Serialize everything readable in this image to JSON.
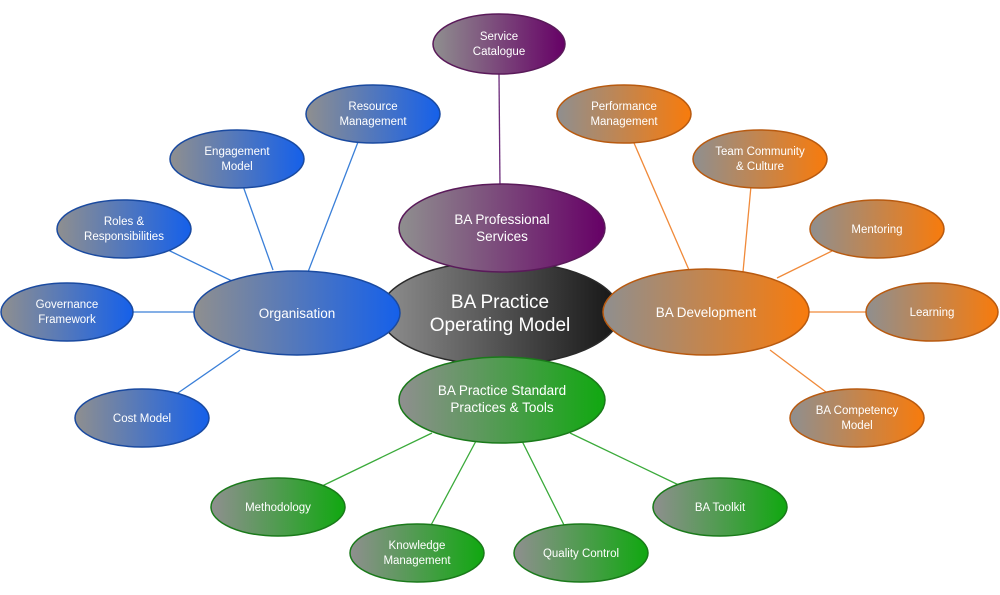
{
  "colors": {
    "organisation_blue": "#1a64e6",
    "development_orange": "#f57a10",
    "practice_green": "#1ea51e",
    "professional_purple": "#6b0a6b",
    "core_dark": "#1e1e1e",
    "grey_start": "#8a8a8a",
    "blue_line": "#3a7fd8",
    "orange_line": "#f08a3a",
    "green_line": "#3aaa3a",
    "purple_line": "#6b2a7a"
  },
  "center": {
    "line1": "BA Practice",
    "line2": "Operating Model"
  },
  "hubs": {
    "professional": {
      "line1": "BA Professional",
      "line2": "Services"
    },
    "organisation": {
      "line1": "Organisation",
      "line2": ""
    },
    "development": {
      "line1": "BA Development",
      "line2": ""
    },
    "practice": {
      "line1": "BA Practice Standard",
      "line2": "Practices & Tools"
    }
  },
  "leaves": {
    "service_catalogue": {
      "line1": "Service",
      "line2": "Catalogue"
    },
    "resource_management": {
      "line1": "Resource",
      "line2": "Management"
    },
    "engagement_model": {
      "line1": "Engagement",
      "line2": "Model"
    },
    "roles": {
      "line1": "Roles &",
      "line2": "Responsibilities"
    },
    "governance": {
      "line1": "Governance",
      "line2": "Framework"
    },
    "cost_model": {
      "line1": "Cost Model",
      "line2": ""
    },
    "performance": {
      "line1": "Performance",
      "line2": "Management"
    },
    "team_community": {
      "line1": "Team Community",
      "line2": "& Culture"
    },
    "mentoring": {
      "line1": "Mentoring",
      "line2": ""
    },
    "learning": {
      "line1": "Learning",
      "line2": ""
    },
    "competency": {
      "line1": "BA Competency",
      "line2": "Model"
    },
    "methodology": {
      "line1": "Methodology",
      "line2": ""
    },
    "knowledge": {
      "line1": "Knowledge",
      "line2": "Management"
    },
    "quality": {
      "line1": "Quality Control",
      "line2": ""
    },
    "toolkit": {
      "line1": "BA Toolkit",
      "line2": ""
    }
  }
}
